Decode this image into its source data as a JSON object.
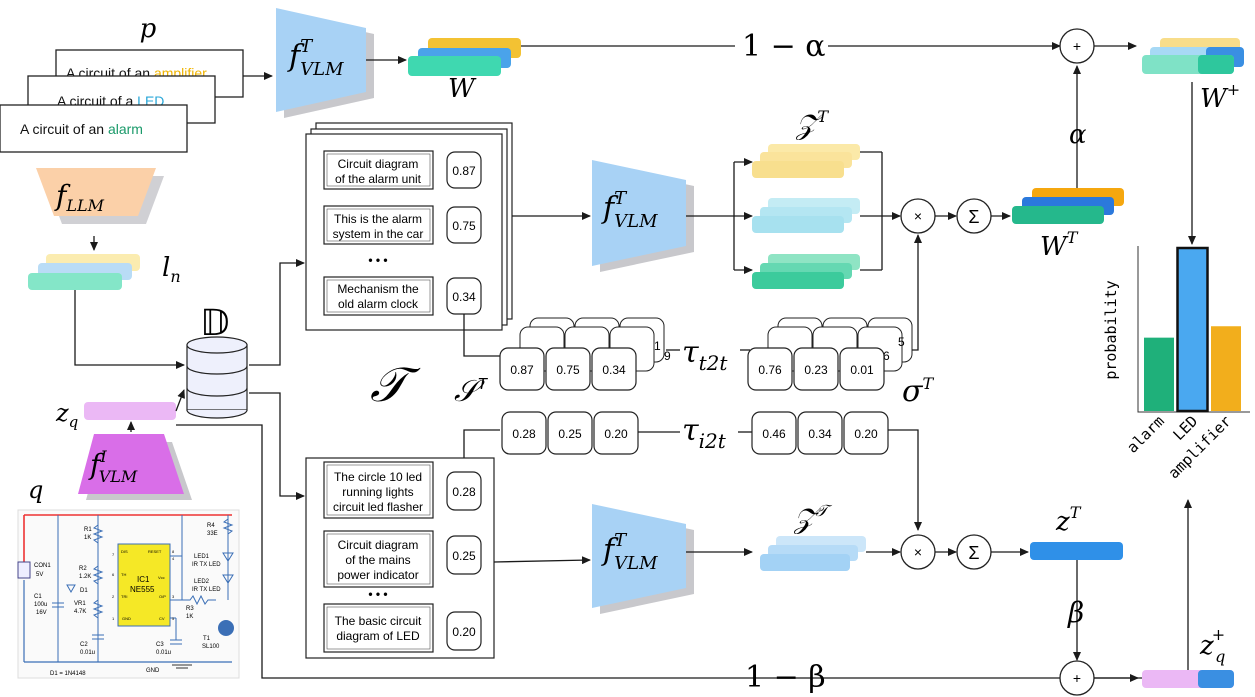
{
  "prompt_label": "p",
  "prompts": [
    {
      "prefix": "A circuit of an ",
      "word": "amplifier",
      "color": "#f0b400"
    },
    {
      "prefix": "A circuit of a ",
      "word": "LED",
      "color": "#2aa7d8"
    },
    {
      "prefix": "A circuit of an ",
      "word": "alarm",
      "color": "#1a9a6a"
    }
  ],
  "encoders": {
    "text_top": {
      "f": "f",
      "sup": "T",
      "sub": "VLM"
    },
    "text_mid": {
      "f": "f",
      "sup": "T",
      "sub": "VLM"
    },
    "text_bot": {
      "f": "f",
      "sup": "T",
      "sub": "VLM"
    },
    "llm": {
      "f": "f",
      "sub": "LLM"
    },
    "image": {
      "f": "f",
      "sup": "I",
      "sub": "VLM"
    }
  },
  "labels": {
    "W": "W",
    "W_plus": "W",
    "W_plus_sup": "+",
    "W_T": "W",
    "W_T_sup": "T",
    "l_n": "l",
    "l_n_sub": "n",
    "database": "𝔻",
    "z_q": "z",
    "z_q_sub": "q",
    "q": "q",
    "T_script": "𝒯",
    "Z_T_top": "𝒵",
    "Z_T_top_sup": "T",
    "Z_T_bot": "𝒵",
    "Z_T_bot_sup": "𝒯",
    "z_T": "z",
    "z_T_sup": "T",
    "z_q_plus": "z",
    "z_q_plus_sub": "q",
    "z_q_plus_sup": "+",
    "one_minus_alpha": "1 − α",
    "alpha": "α",
    "one_minus_beta": "1 − β",
    "beta": "β",
    "S_T": "𝒮",
    "S_T_sup": "T",
    "sigma_T": "σ",
    "sigma_T_sup": "T",
    "tau_t2t": "τ",
    "tau_t2t_sub": "t2t",
    "tau_i2t": "τ",
    "tau_i2t_sub": "i2t",
    "ellipsis": "• • •",
    "plus": "+",
    "times": "×",
    "sum": "Σ"
  },
  "captions_top": [
    {
      "line1": "Circuit diagram",
      "line2": "of the alarm unit",
      "score": "0.87"
    },
    {
      "line1": "This is the alarm",
      "line2": "system in the car",
      "score": "0.75"
    },
    {
      "line1": "Mechanism the",
      "line2": "old alarm clock",
      "score": "0.34"
    }
  ],
  "captions_bottom": [
    {
      "line1": "The circle 10 led",
      "line2": "running lights",
      "line3": "circuit led flasher",
      "score": "0.28"
    },
    {
      "line1": "Circuit diagram",
      "line2": "of the mains",
      "line3": "power indicator",
      "score": "0.25"
    },
    {
      "line1": "The basic circuit",
      "line2": "diagram of LED",
      "line3": "",
      "score": "0.20"
    }
  ],
  "s_scores": [
    "0.87",
    "0.75",
    "0.34"
  ],
  "sigma_scores": [
    "0.76",
    "0.23",
    "0.01"
  ],
  "i2t_left": [
    "0.28",
    "0.25",
    "0.20"
  ],
  "i2t_right": [
    "0.46",
    "0.34",
    "0.20"
  ],
  "hidden_digits": {
    "left": "9",
    "left2": "1",
    "right": "6",
    "right2": "5"
  },
  "chart_data": {
    "type": "bar",
    "categories": [
      "alarm",
      "LED",
      "amplifier"
    ],
    "values": [
      0.45,
      1.0,
      0.52
    ],
    "ylabel": "probability",
    "colors": [
      "#1fb07a",
      "#4aa8f0",
      "#f2ae1c"
    ],
    "highlighted": "LED"
  },
  "circuit": {
    "con": "CON1",
    "con_v": "5V",
    "r1": "R1",
    "r1v": "1K",
    "r2": "R2",
    "r2v": "1.2K",
    "d1": "D1",
    "vr1": "VR1",
    "vr1v": "4.7K",
    "c1": "C1",
    "c1v": "100u",
    "c1v2": "16V",
    "c2": "C2",
    "c2v": "0.01u",
    "ic": "IC1",
    "icv": "NE555",
    "dis": "DIS",
    "reset": "RESET",
    "th": "TH",
    "vcc": "Vcc",
    "tri": "TRI",
    "op": "O/P",
    "gnd": "GND",
    "cv": "CV",
    "r4": "R4",
    "r4v": "33E",
    "led1": "LED1",
    "led1v": "IR TX LED",
    "led2": "LED2",
    "led2v": "IR TX LED",
    "r3": "R3",
    "r3v": "1K",
    "c3": "C3",
    "c3v": "0.01u",
    "t1": "T1",
    "t1v": "SL100",
    "gnd_label": "GND",
    "d1_note": "D1 = 1N4148",
    "pins": [
      "7",
      "8",
      "4",
      "6",
      "2",
      "3",
      "1",
      "5"
    ]
  }
}
